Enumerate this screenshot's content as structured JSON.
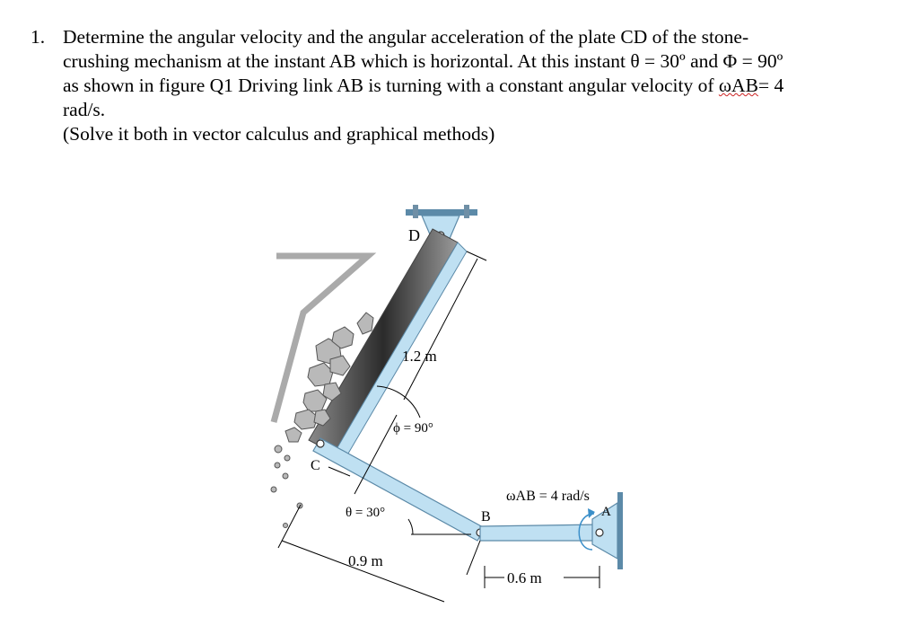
{
  "question": {
    "number": "1.",
    "line1": "Determine the angular velocity and the angular acceleration of the plate CD of the stone-",
    "line2": "crushing mechanism at the instant AB which is horizontal. At this instant θ = 30º and Φ = 90º",
    "line3_a": "as shown in figure Q1 Driving link AB is turning with a constant angular velocity of ",
    "line3_omega": "ωAB",
    "line3_b": "= 4",
    "line4": "rad/s.",
    "line5": "(Solve it both in vector calculus and graphical methods)"
  },
  "figure": {
    "label_D": "D",
    "label_C": "C",
    "label_B": "B",
    "label_A": "A",
    "dim_CD": "1.2 m",
    "dim_BC": "0.9 m",
    "dim_AB": "0.6 m",
    "angle_phi": "ϕ = 90°",
    "angle_theta": "θ = 30°",
    "omega_label": "ωAB = 4 rad/s"
  },
  "colors": {
    "link_fill": "#bfe0f2",
    "link_stroke": "#5c8aa8",
    "plate_dark": "#3a3a3a",
    "rock_fill": "#b9b9b9",
    "arrow_blue": "#3b8fc9"
  }
}
